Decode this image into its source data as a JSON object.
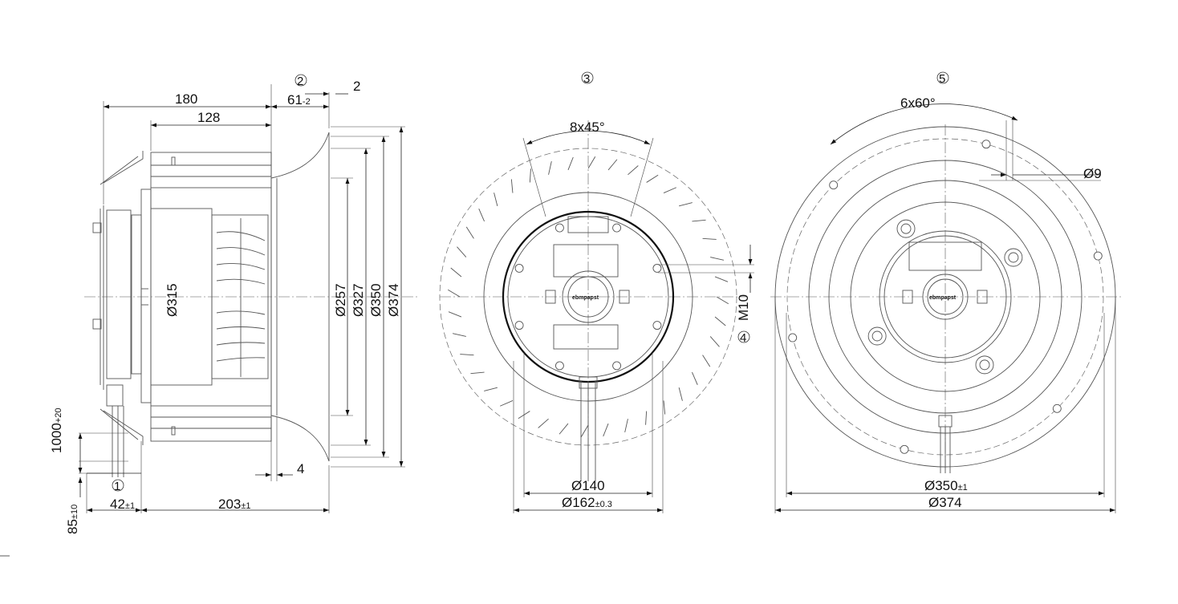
{
  "side_view": {
    "dim_180": "180",
    "dim_128": "128",
    "dim_61": "61",
    "dim_61_tol": "-2",
    "dim_2": "2",
    "dim_d315": "Ø315",
    "dim_d257": "Ø257",
    "dim_d327": "Ø327",
    "dim_d350": "Ø350",
    "dim_d374": "Ø374",
    "dim_4": "4",
    "dim_1000": "1000",
    "dim_1000_tol": "+20",
    "dim_85": "85",
    "dim_85_tol": "±10",
    "dim_42": "42",
    "dim_42_tol": "±1",
    "dim_203": "203",
    "dim_203_tol": "±1"
  },
  "front_view": {
    "dim_8x45": "8x45°",
    "dim_m10": "M10",
    "dim_d140": "Ø140",
    "dim_d162": "Ø162",
    "dim_d162_tol": "±0.3",
    "logo_text": "ebmpapst"
  },
  "rear_view": {
    "dim_6x60": "6x60°",
    "dim_d9": "Ø9",
    "dim_d350": "Ø350",
    "dim_d350_tol": "±1",
    "dim_d374": "Ø374",
    "logo_text": "ebmpapst"
  },
  "markers": {
    "m1": "1",
    "m2": "2",
    "m3": "3",
    "m4": "4",
    "m5": "5"
  }
}
